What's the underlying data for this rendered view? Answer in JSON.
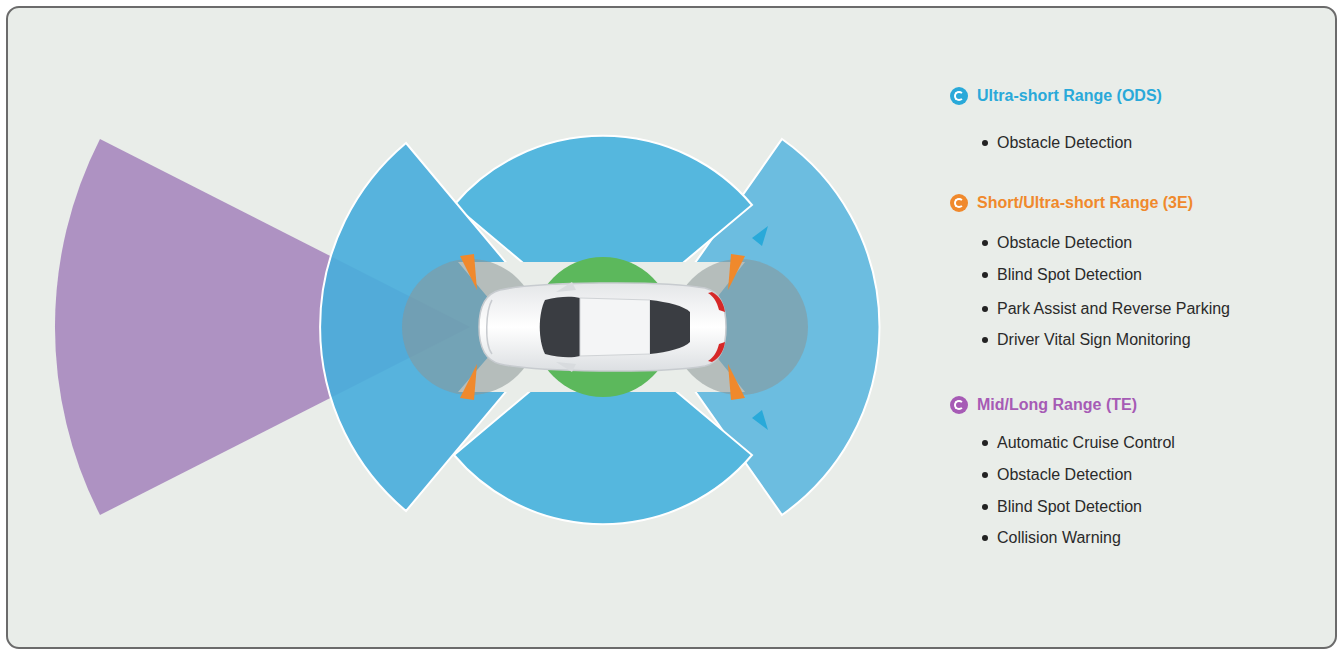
{
  "diagram": {
    "labels": [
      "Obstacle Detection",
      "Obstacle Detection",
      "Blind Spot Detection",
      "Park Assist and Reverse Parking",
      "Driver Vital Sign Monitoring",
      "Automatic Cruise Control",
      "Obstacle Detection",
      "Blind Spot Detection",
      "Collision Warning"
    ],
    "legend": [
      {
        "text": "Ultra-short Range (ODS)",
        "color": "#29a9d9"
      },
      {
        "text": "Short/Ultra-short Range (3E)",
        "color": "#f0892c"
      },
      {
        "text": "Mid/Long Range (TE)",
        "color": "#a65bb5"
      }
    ]
  }
}
